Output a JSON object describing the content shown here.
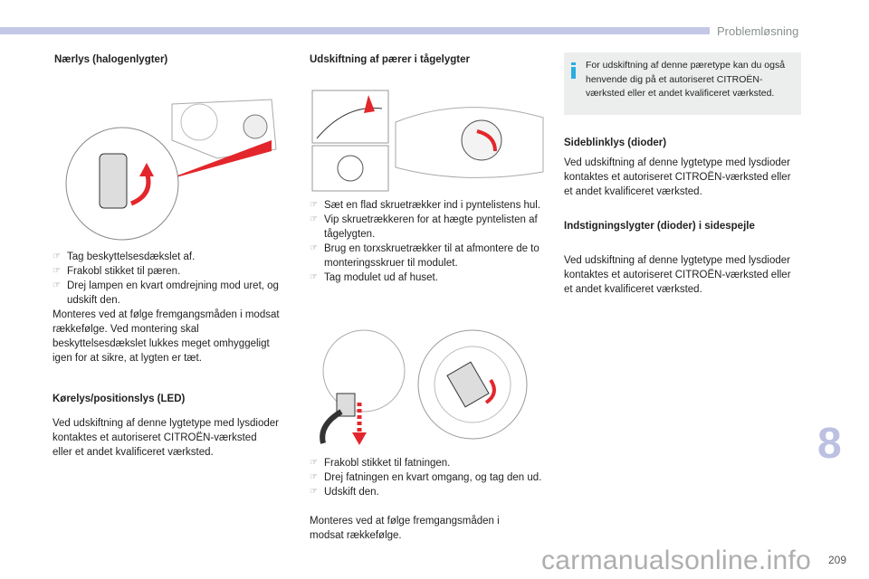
{
  "header": {
    "section": "Problemløsning"
  },
  "col1": {
    "heading1": "Nærlys (halogenlygter)",
    "steps": [
      "Tag beskyttelsesdækslet af.",
      "Frakobl stikket til pæren.",
      "Drej lampen en kvart omdrejning mod uret, og udskift den."
    ],
    "note": "Monteres ved at følge fremgangsmåden i modsat rækkefølge. Ved montering skal beskyttelsesdækslet lukkes meget omhyggeligt igen for at sikre, at lygten er tæt.",
    "heading2": "Kørelys/positionslys (LED)",
    "text2": "Ved udskiftning af denne lygtetype med lysdioder kontaktes et autoriseret CITROËN-værksted eller et andet kvalificeret værksted."
  },
  "col2": {
    "heading": "Udskiftning af pærer i tågelygter",
    "steps1": [
      "Sæt en flad skruetrækker ind i pyntelistens hul.",
      "Vip skruetrækkeren for at hægte pyntelisten af tågelygten.",
      "Brug en torxskruetrækker til at afmontere de to monteringsskruer til modulet.",
      "Tag modulet ud af huset."
    ],
    "steps2": [
      "Frakobl stikket til fatningen.",
      "Drej fatningen en kvart omgang, og tag den ud.",
      "Udskift den."
    ],
    "note": "Monteres ved at følge fremgangsmåden i modsat rækkefølge."
  },
  "col3": {
    "info": "For udskiftning af denne pæretype kan du også henvende dig på et autoriseret CITROËN-værksted eller et andet kvalificeret værksted.",
    "heading1": "Sideblinklys (dioder)",
    "text1": "Ved udskiftning af denne lygtetype med lysdioder kontaktes et autoriseret CITROËN-værksted eller et andet kvalificeret værksted.",
    "heading2": "Indstigningslygter (dioder) i sidespejle",
    "text2": "Ved udskiftning af denne lygtetype med lysdioder kontaktes et autoriseret CITROËN-værksted eller et andet kvalificeret værksted."
  },
  "footer": {
    "chapter": "8",
    "page": "209",
    "watermark": "carmanualsonline.info"
  }
}
